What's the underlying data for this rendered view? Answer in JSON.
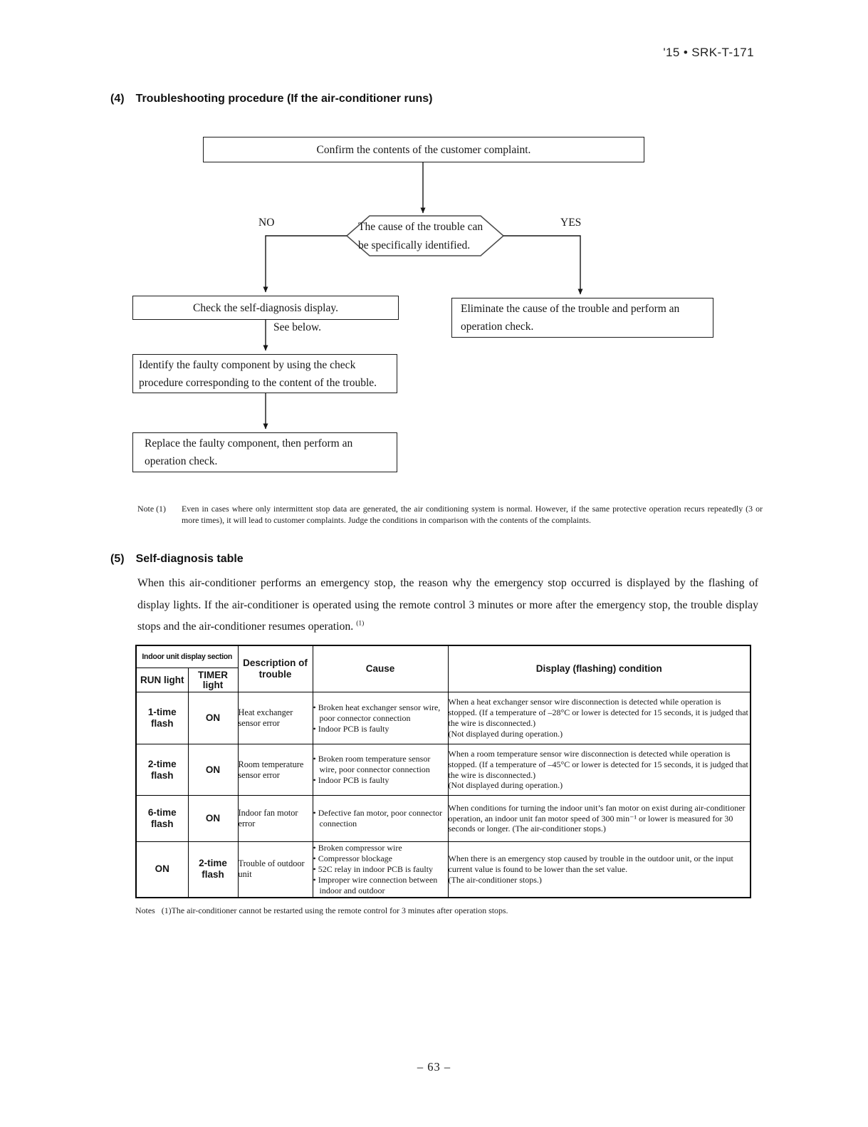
{
  "header": {
    "doc_ref": "'15 • SRK-T-171"
  },
  "section4": {
    "number": "(4)",
    "title": "Troubleshooting procedure (If the air-conditioner runs)",
    "flow": {
      "confirm": "Confirm the contents of the customer complaint.",
      "decision_line1": "The cause of the trouble can",
      "decision_line2": "be specifically identified.",
      "no_label": "NO",
      "yes_label": "YES",
      "check": "Check the self-diagnosis display.",
      "see_below": "See below.",
      "identify": "Identify the faulty component by using the check procedure corresponding to the content of the trouble.",
      "replace": "Replace the faulty component, then perform an operation check.",
      "eliminate": "Eliminate the cause of the trouble and perform an operation check."
    },
    "note_label": "Note (1)",
    "note_text": "Even in cases where only intermittent stop data are generated, the air conditioning system is normal. However, if the same protective operation recurs repeatedly (3 or more times), it will lead to customer complaints. Judge the conditions in comparison with the contents of the complaints."
  },
  "section5": {
    "number": "(5)",
    "title": "Self-diagnosis table",
    "intro": "When this air-conditioner performs an emergency stop, the reason why the emergency stop occurred is displayed by the flashing of display lights. If the air-conditioner is operated using the remote control 3 minutes or more after the emergency stop, the trouble display stops and the air-conditioner resumes operation.",
    "intro_sup": "(1)",
    "table": {
      "header": {
        "indoor_section": "Indoor unit display section",
        "run": "RUN light",
        "timer": "TIMER light",
        "description": "Description of trouble",
        "cause": "Cause",
        "display": "Display (flashing) condition"
      },
      "rows": [
        {
          "run": "1-time flash",
          "timer": "ON",
          "description": "Heat exchanger sensor error",
          "causes": [
            "• Broken heat exchanger sensor wire, poor connector connection",
            "• Indoor PCB is faulty"
          ],
          "display": "When a heat exchanger sensor wire disconnection is detected while operation is stopped. (If a temperature of –28°C or lower is detected for 15 seconds, it is judged that the wire is disconnected.)\n(Not displayed during operation.)"
        },
        {
          "run": "2-time flash",
          "timer": "ON",
          "description": "Room temperature sensor error",
          "causes": [
            "• Broken room temperature sensor wire, poor connector connection",
            "• Indoor PCB is faulty"
          ],
          "display": "When a room temperature sensor wire disconnection is detected while operation is stopped. (If a temperature of –45°C or lower is detected for 15 seconds, it is judged that the wire is disconnected.)\n(Not displayed during operation.)"
        },
        {
          "run": "6-time flash",
          "timer": "ON",
          "description": "Indoor fan motor error",
          "causes": [
            "• Defective fan motor, poor connector connection"
          ],
          "display": "When conditions for turning the indoor unit’s fan motor on exist during air-conditioner operation, an indoor unit fan motor speed of 300 min⁻¹ or lower is measured for 30 seconds or longer. (The air-conditioner stops.)"
        },
        {
          "run": "ON",
          "timer": "2-time flash",
          "description": "Trouble of outdoor unit",
          "causes": [
            "• Broken compressor wire",
            "• Compressor blockage",
            "• 52C relay in indoor PCB is faulty",
            "• Improper wire connection between indoor and outdoor"
          ],
          "display": "When there is an emergency stop caused by trouble in the outdoor unit, or the input current value is found to be lower than the set value.\n(The air-conditioner stops.)"
        }
      ]
    },
    "notes_label": "Notes",
    "notes_text": "(1)The air-conditioner cannot be restarted using the remote control for 3 minutes after operation stops."
  },
  "footer": {
    "page_number": "– 63 –"
  }
}
